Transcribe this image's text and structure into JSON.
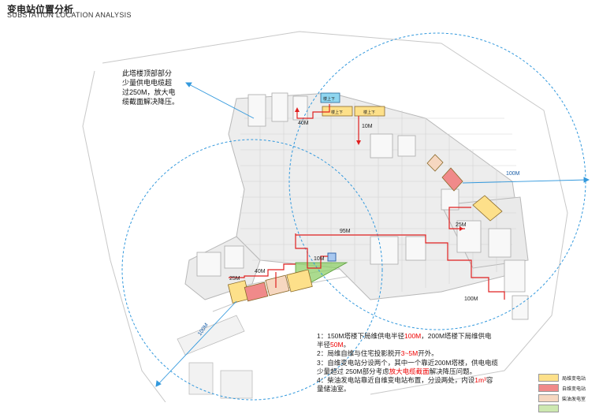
{
  "header": {
    "title_cn": "变电站位置分析",
    "title_en": "SUBSTATION LOCATION ANALYSIS"
  },
  "callout": {
    "line1": "此塔楼顶部部分",
    "line2": "少量供电电缆超",
    "line3": "过250M，放大电",
    "line4": "缆截面解决降压。"
  },
  "station_labels": {
    "s1": "楼上下",
    "s2": "楼上下",
    "s3": "楼上下"
  },
  "distances": {
    "d1": "40M",
    "d2": "10M",
    "d3": "100M",
    "d4": "25M",
    "d5": "95M",
    "d6": "10M",
    "d7": "40M",
    "d8": "25M",
    "d9": "100M",
    "d10": "100M"
  },
  "notes": {
    "n1a": "1：150M塔楼下局维供电半径",
    "n1b": "100M",
    "n1c": "，200M塔楼下局维供电",
    "n1d": "半径",
    "n1e": "50M",
    "n1f": "。",
    "n2a": "2：局维自维与住宅投影脱开",
    "n2b": "3~5M",
    "n2c": "开外。",
    "n3a": "3：自维变电站分设两个，其中一个靠近200M塔楼，供电电缆",
    "n3b": "少量超过 250M部分考虑",
    "n3c": "放大电缆截面",
    "n3d": "解决降压问题。",
    "n4a": "4：柴油发电站靠近自维变电站布置，分设两处，内设",
    "n4b": "1m³",
    "n4c": "容",
    "n4d": "量储油室。"
  },
  "legend": [
    {
      "label": "局维变电站",
      "color": "#fde08a"
    },
    {
      "label": "自维变电站",
      "color": "#f08a8a"
    },
    {
      "label": "柴油发电室",
      "color": "#f6d7c0"
    },
    {
      "label": "",
      "color": "#cde8b0"
    }
  ],
  "colors": {
    "route": "#e02020",
    "radius_circle": "#3399dd",
    "local_station": "#fde08a",
    "self_station": "#f08a8a",
    "diesel_room": "#f6d7c0",
    "green_zone": "#8fcf6a",
    "blue_station": "#a8c8f0"
  }
}
